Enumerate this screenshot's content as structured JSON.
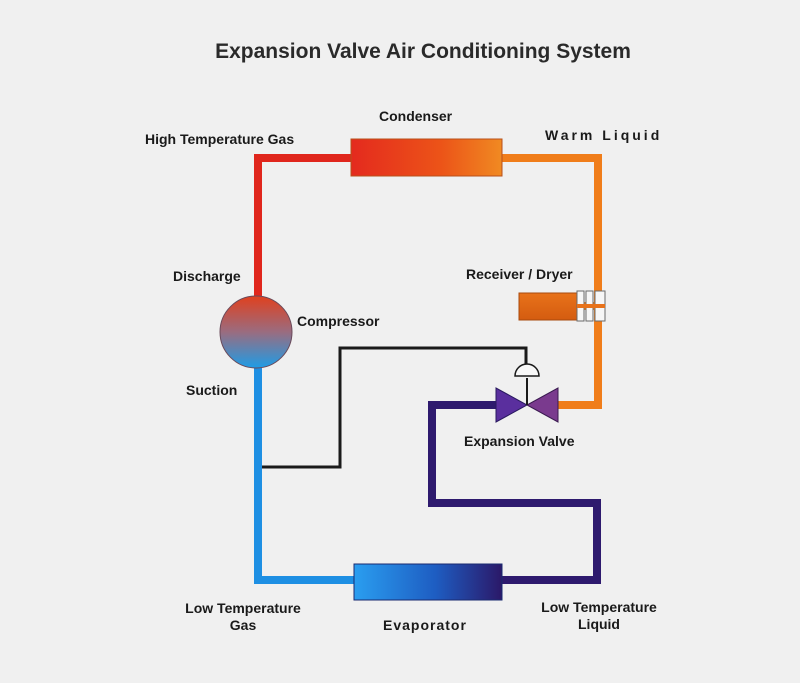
{
  "title": "Expansion Valve Air Conditioning System",
  "labels": {
    "condenser": "Condenser",
    "high_temperature_gas": "High Temperature Gas",
    "warm_liquid": "Warm Liquid",
    "receiver_dryer": "Receiver / Dryer",
    "discharge": "Discharge",
    "compressor": "Compressor",
    "suction": "Suction",
    "expansion_valve": "Expansion Valve",
    "low_temperature_gas_line1": "Low Temperature",
    "low_temperature_gas_line2": "Gas",
    "evaporator": "Evaporator",
    "low_temperature_liquid_line1": "Low Temperature",
    "low_temperature_liquid_line2": "Liquid"
  },
  "colors": {
    "hot_gas_line": "#e0261c",
    "warm_liquid_line": "#f07d1a",
    "cold_gas_line": "#1e8fe3",
    "cold_liquid_line": "#2e1a6e",
    "sensing_line": "#1a1a1a"
  }
}
